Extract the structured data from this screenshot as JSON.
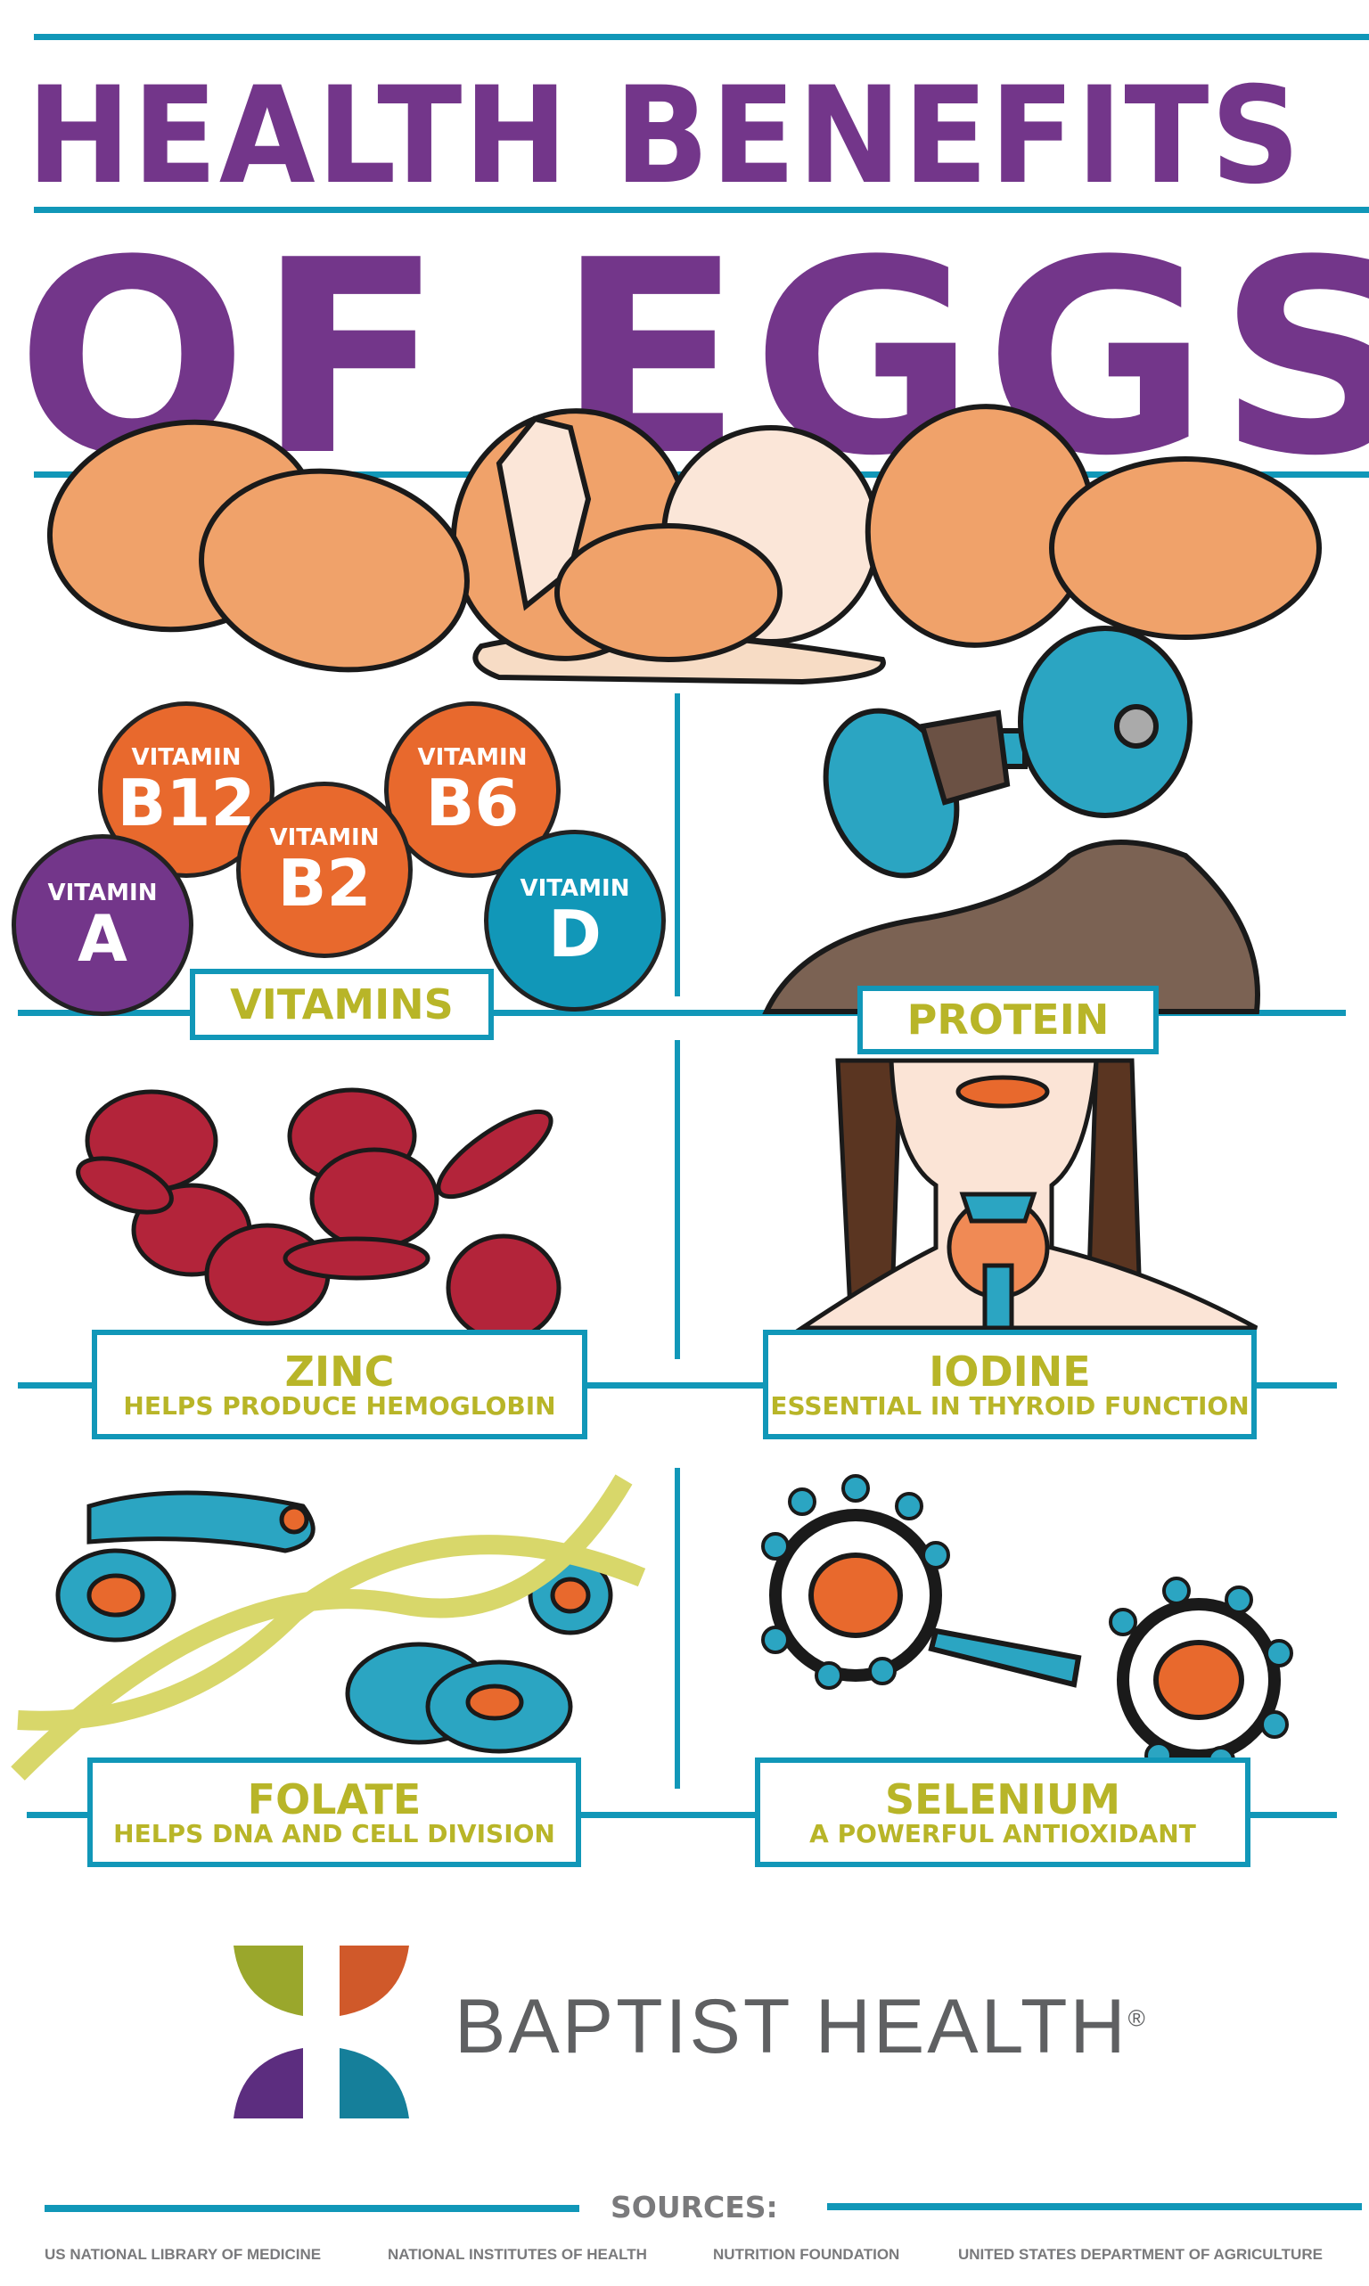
{
  "header": {
    "title_line1": "HEALTH BENEFITS",
    "title_line2": "OF EGGS"
  },
  "vitamins": {
    "label": "VITAMINS",
    "items": [
      {
        "word": "VITAMIN",
        "letter": "B12",
        "color": "#e8692d"
      },
      {
        "word": "VITAMIN",
        "letter": "B6",
        "color": "#e8692d"
      },
      {
        "word": "VITAMIN",
        "letter": "B2",
        "color": "#e8692d"
      },
      {
        "word": "VITAMIN",
        "letter": "A",
        "color": "#73368a"
      },
      {
        "word": "VITAMIN",
        "letter": "D",
        "color": "#1197b8"
      }
    ]
  },
  "protein": {
    "label": "PROTEIN"
  },
  "zinc": {
    "label": "ZINC",
    "desc": "HELPS PRODUCE HEMOGLOBIN"
  },
  "iodine": {
    "label": "IODINE",
    "desc": "ESSENTIAL IN THYROID FUNCTION"
  },
  "folate": {
    "label": "FOLATE",
    "desc": "HELPS DNA AND CELL DIVISION"
  },
  "selenium": {
    "label": "SELENIUM",
    "desc": "A POWERFUL ANTIOXIDANT"
  },
  "brand": {
    "name": "BAPTIST HEALTH",
    "registered": "®",
    "logo_colors": [
      "#9aa72c",
      "#d0592a",
      "#5c2d7f",
      "#157f9a"
    ]
  },
  "sources": {
    "title": "SOURCES:",
    "items": [
      "US NATIONAL LIBRARY OF MEDICINE",
      "NATIONAL INSTITUTES OF HEALTH",
      "NUTRITION FOUNDATION",
      "UNITED STATES DEPARTMENT OF AGRICULTURE"
    ]
  },
  "colors": {
    "purple": "#73368a",
    "teal": "#1197b8",
    "label_text": "#b8b528",
    "egg": "#f0a26a",
    "blood": "#b3243a"
  }
}
